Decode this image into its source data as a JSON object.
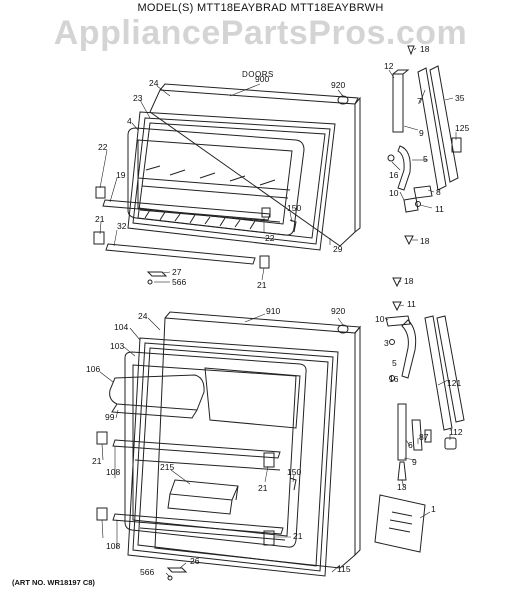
{
  "header": {
    "model_title": "MODEL(S) MTT18EAYBRAD  MTT18EAYBRWH",
    "watermark": "AppliancePartsPros.com",
    "section": "DOORS"
  },
  "footer": {
    "art_note": "(ART NO. WR18197 C8)"
  },
  "callouts": {
    "freezer_door": [
      "900",
      "920",
      "24",
      "23",
      "4",
      "22",
      "19",
      "21",
      "32",
      "22",
      "150",
      "27",
      "566",
      "21",
      "29"
    ],
    "freezer_hardware": [
      "18",
      "12",
      "7",
      "35",
      "9",
      "125",
      "16",
      "5",
      "10",
      "8",
      "11",
      "18"
    ],
    "fresh_food_door": [
      "24",
      "910",
      "920",
      "104",
      "103",
      "106",
      "99",
      "21",
      "108",
      "215",
      "21",
      "150",
      "21",
      "108",
      "26",
      "566",
      "115"
    ],
    "fresh_food_hardware": [
      "18",
      "11",
      "10",
      "3",
      "5",
      "16",
      "121",
      "87",
      "6",
      "112",
      "9",
      "13",
      "1"
    ]
  }
}
